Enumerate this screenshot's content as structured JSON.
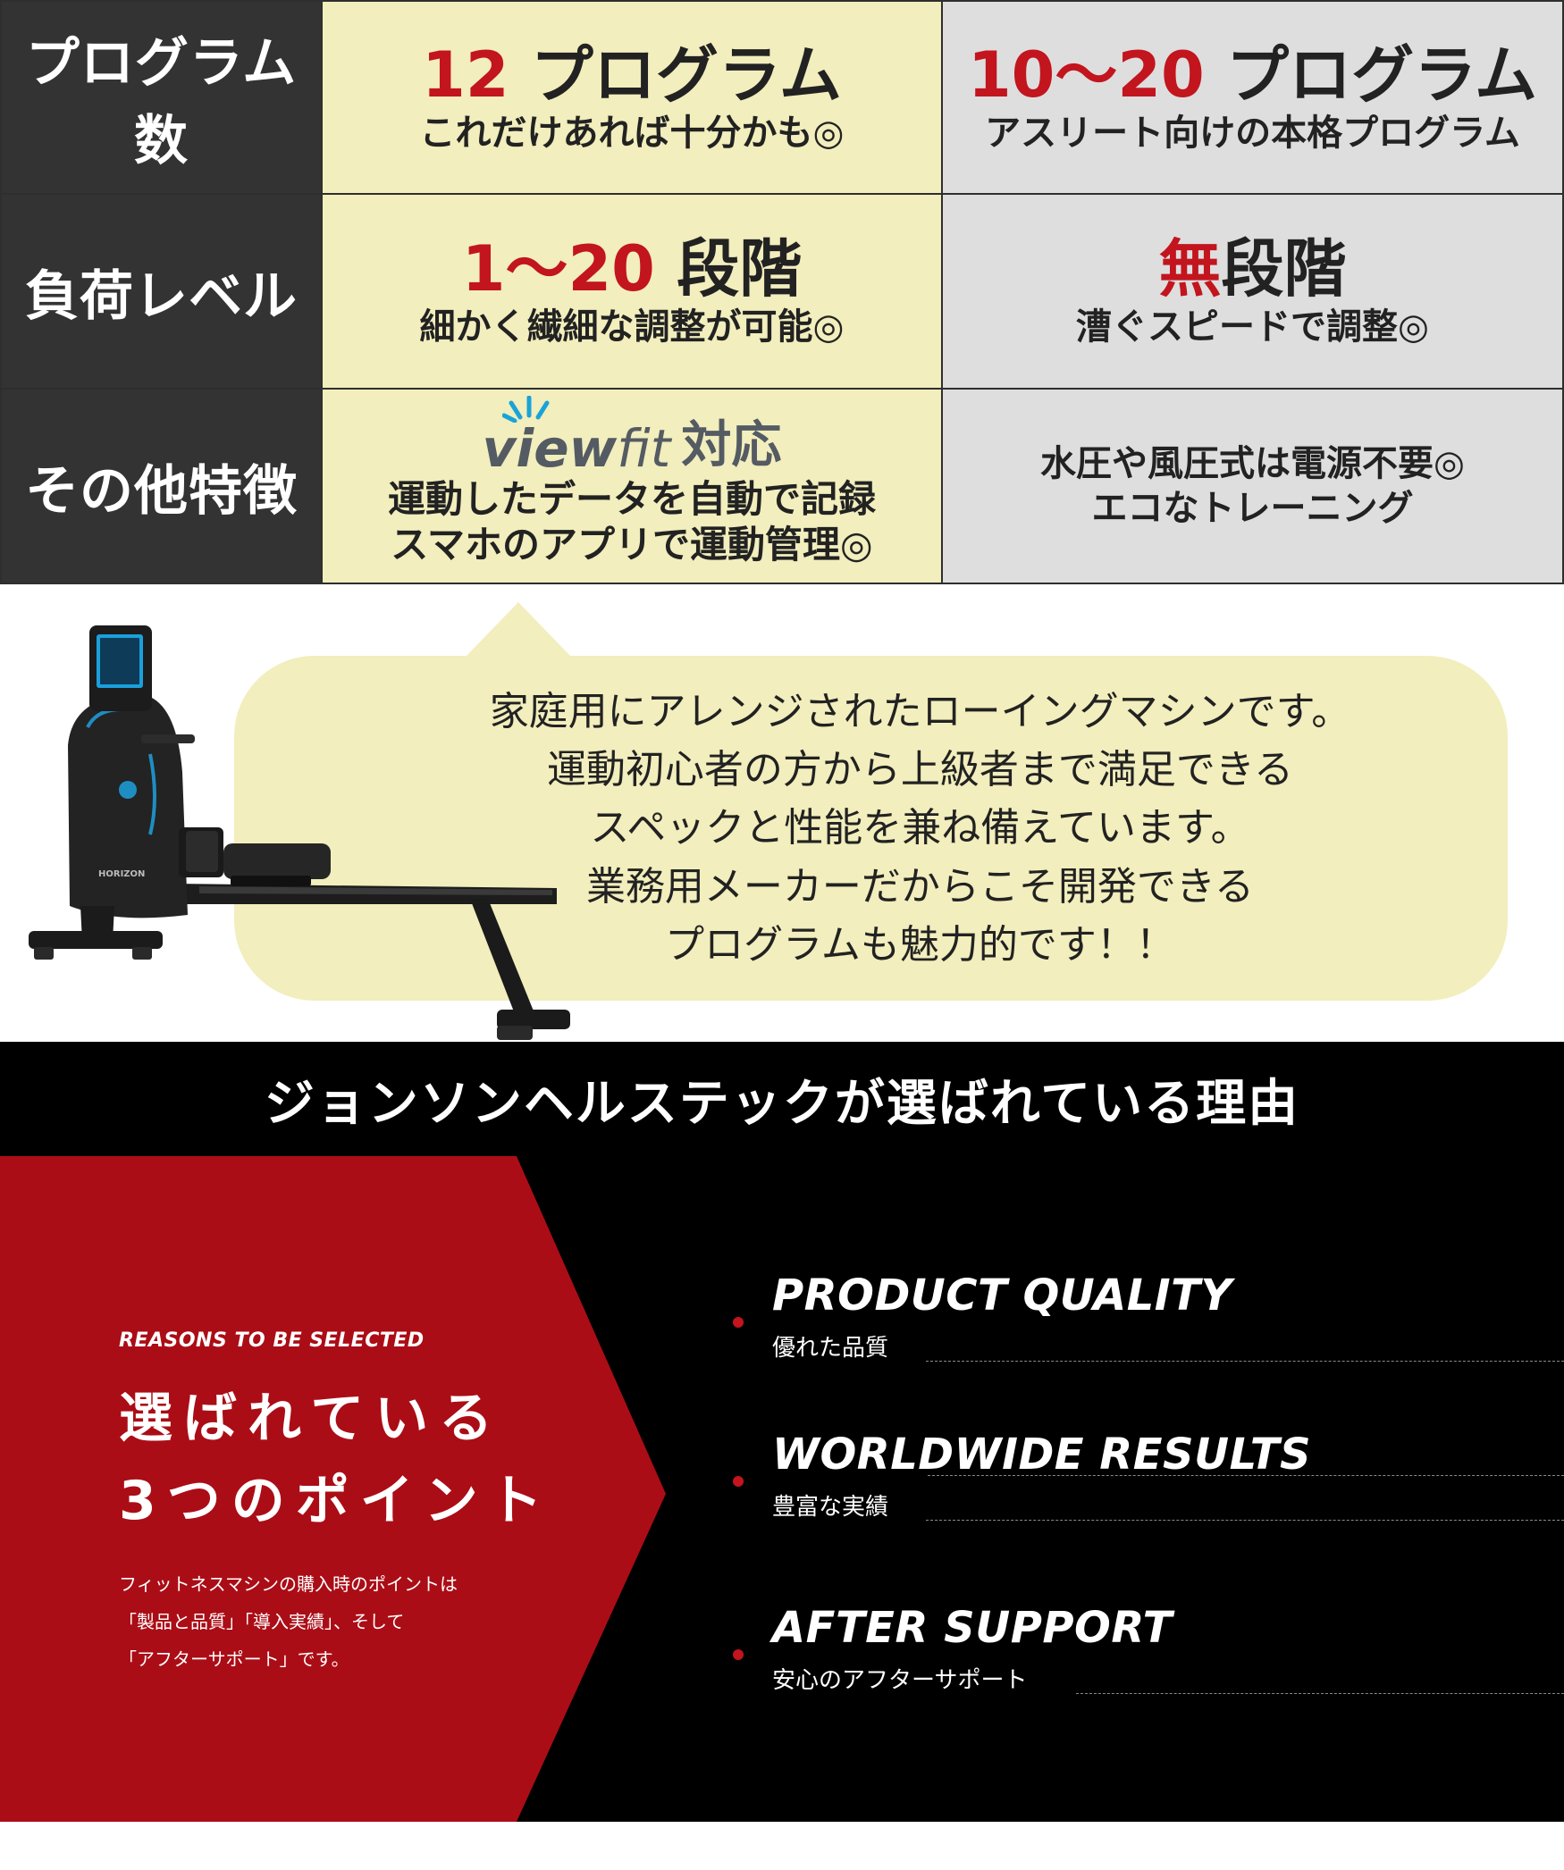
{
  "table": {
    "rows": [
      {
        "header": "プログラム数",
        "mid": {
          "num": "12",
          "rest": " プログラム",
          "note": "これだけあれば十分かも◎"
        },
        "right": {
          "num": "10〜20",
          "rest": " プログラム",
          "note": "アスリート向けの本格プログラム"
        }
      },
      {
        "header": "負荷レベル",
        "mid": {
          "num": "1〜20",
          "rest": " 段階",
          "note": "細かく繊細な調整が可能◎"
        },
        "right": {
          "num": "無",
          "rest": "段階",
          "note": "漕ぐスピードで調整◎"
        }
      },
      {
        "header": "その他特徴",
        "mid": {
          "logo_view": "view",
          "logo_fit": "fit",
          "logo_suffix": "対応",
          "note_1": "運動したデータを自動で記録",
          "note_2": "スマホのアプリで運動管理◎"
        },
        "right": {
          "note_1": "水圧や風圧式は電源不要◎",
          "note_2": "エコなトレーニング"
        }
      }
    ]
  },
  "bubble": {
    "lines": [
      "家庭用にアレンジされたローイングマシンです。",
      "運動初心者の方から上級者まで満足できる",
      "スペックと性能を兼ね備えています。",
      "業務用メーカーだからこそ開発できる",
      "プログラムも魅力的です！！"
    ]
  },
  "machine": {
    "brand": "HORIZON"
  },
  "banner": {
    "title": "ジョンソンヘルステックが選ばれている理由"
  },
  "reasons": {
    "kicker": "REASONS TO BE SELECTED",
    "title_1": "選ばれている",
    "title_2": "3つのポイント",
    "desc": [
      "フィットネスマシンの購入時のポイントは",
      "「製品と品質」「導入実績」、そして",
      "「アフターサポート」です。"
    ],
    "points": [
      {
        "en": "PRODUCT QUALITY",
        "ja": "優れた品質"
      },
      {
        "en": "WORLDWIDE RESULTS",
        "ja": "豊富な実績"
      },
      {
        "en": "AFTER SUPPORT",
        "ja": "安心のアフターサポート"
      }
    ]
  },
  "colors": {
    "accent_red": "#c2151e",
    "section_red": "#ab0d16",
    "cream": "#f2eebd",
    "gray": "#dedede",
    "dark": "#333333"
  }
}
